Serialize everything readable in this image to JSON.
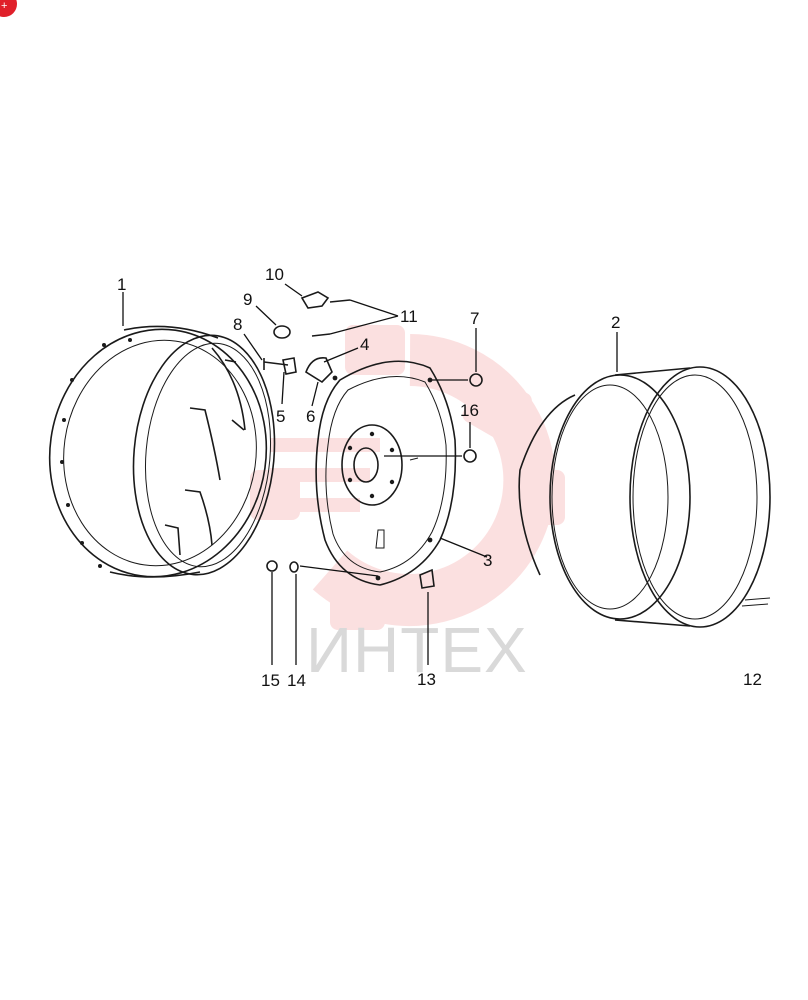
{
  "watermark": {
    "text": "ИНТЕХ",
    "color": "#f9c7c7",
    "text_color": "#d9d9d9"
  },
  "badge": {
    "color": "#e0202a"
  },
  "callouts": [
    {
      "id": "c1",
      "label": "1"
    },
    {
      "id": "c2",
      "label": "2"
    },
    {
      "id": "c3",
      "label": "3"
    },
    {
      "id": "c4",
      "label": "4"
    },
    {
      "id": "c5",
      "label": "5"
    },
    {
      "id": "c6",
      "label": "6"
    },
    {
      "id": "c7",
      "label": "7"
    },
    {
      "id": "c8",
      "label": "8"
    },
    {
      "id": "c9",
      "label": "9"
    },
    {
      "id": "c10",
      "label": "10"
    },
    {
      "id": "c11",
      "label": "11"
    },
    {
      "id": "c12",
      "label": "12"
    },
    {
      "id": "c13",
      "label": "13"
    },
    {
      "id": "c14",
      "label": "14"
    },
    {
      "id": "c15",
      "label": "15"
    },
    {
      "id": "c16",
      "label": "16"
    }
  ]
}
